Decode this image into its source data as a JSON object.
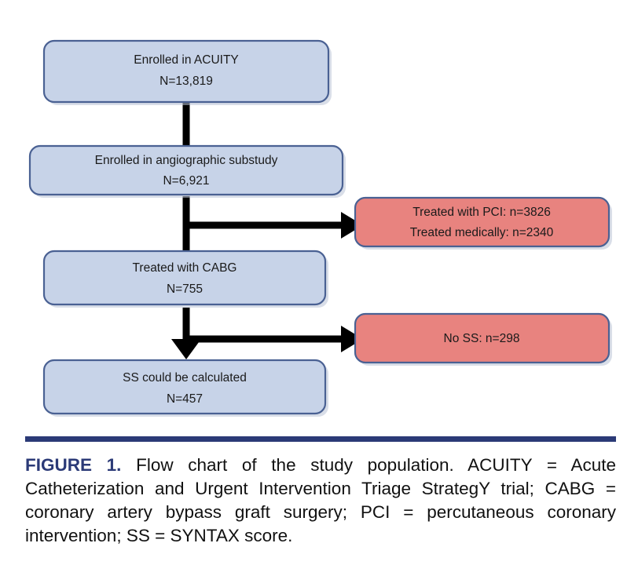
{
  "figure": {
    "label": "FIGURE 1.",
    "caption": " Flow chart of the study population. ACUITY = Acute Catheterization and Urgent Intervention Triage StrategY trial; CABG = coronary artery bypass graft surgery; PCI = percutaneous coronary intervention; SS = SYNTAX score.",
    "divider_color": "#2b3a77",
    "label_color": "#2b3a77"
  },
  "flowchart": {
    "type": "flow-diagram",
    "colors": {
      "primary_node_fill": "#c7d3e8",
      "exclusion_node_fill": "#e8837f",
      "node_border": "#4a6193",
      "connector": "#000000"
    },
    "nodes": [
      {
        "id": "enrolled-acuity",
        "kind": "primary",
        "lines": [
          "Enrolled in ACUITY",
          "N=13,819"
        ],
        "line1": "Enrolled in ACUITY",
        "line2": "N=13,819",
        "count": 13819
      },
      {
        "id": "enrolled-angio-substudy",
        "kind": "primary",
        "lines": [
          "Enrolled in angiographic substudy",
          "N=6,921"
        ],
        "line1": "Enrolled in angiographic substudy",
        "line2": "N=6,921",
        "count": 6921
      },
      {
        "id": "treated-pci-medical",
        "kind": "exclusion",
        "lines": [
          "Treated with PCI: n=3826",
          "Treated medically: n=2340"
        ],
        "line1": "Treated with PCI: n=3826",
        "line2": "Treated medically: n=2340",
        "counts": [
          3826,
          2340
        ]
      },
      {
        "id": "treated-cabg",
        "kind": "primary",
        "lines": [
          "Treated with CABG",
          "N=755"
        ],
        "line1": "Treated with CABG",
        "line2": "N=755",
        "count": 755
      },
      {
        "id": "no-ss",
        "kind": "exclusion",
        "lines": [
          "No SS: n=298"
        ],
        "line1": "No SS: n=298",
        "count": 298
      },
      {
        "id": "ss-calculated",
        "kind": "primary",
        "lines": [
          "SS could be calculated",
          "N=457"
        ],
        "line1": "SS could be calculated",
        "line2": "N=457",
        "count": 457
      }
    ],
    "edges": [
      {
        "from": "enrolled-acuity",
        "to": "enrolled-angio-substudy",
        "direction": "down"
      },
      {
        "from": "enrolled-angio-substudy",
        "to": "treated-pci-medical",
        "direction": "right"
      },
      {
        "from": "enrolled-angio-substudy",
        "to": "treated-cabg",
        "direction": "down"
      },
      {
        "from": "treated-cabg",
        "to": "no-ss",
        "direction": "right"
      },
      {
        "from": "treated-cabg",
        "to": "ss-calculated",
        "direction": "down"
      }
    ]
  }
}
